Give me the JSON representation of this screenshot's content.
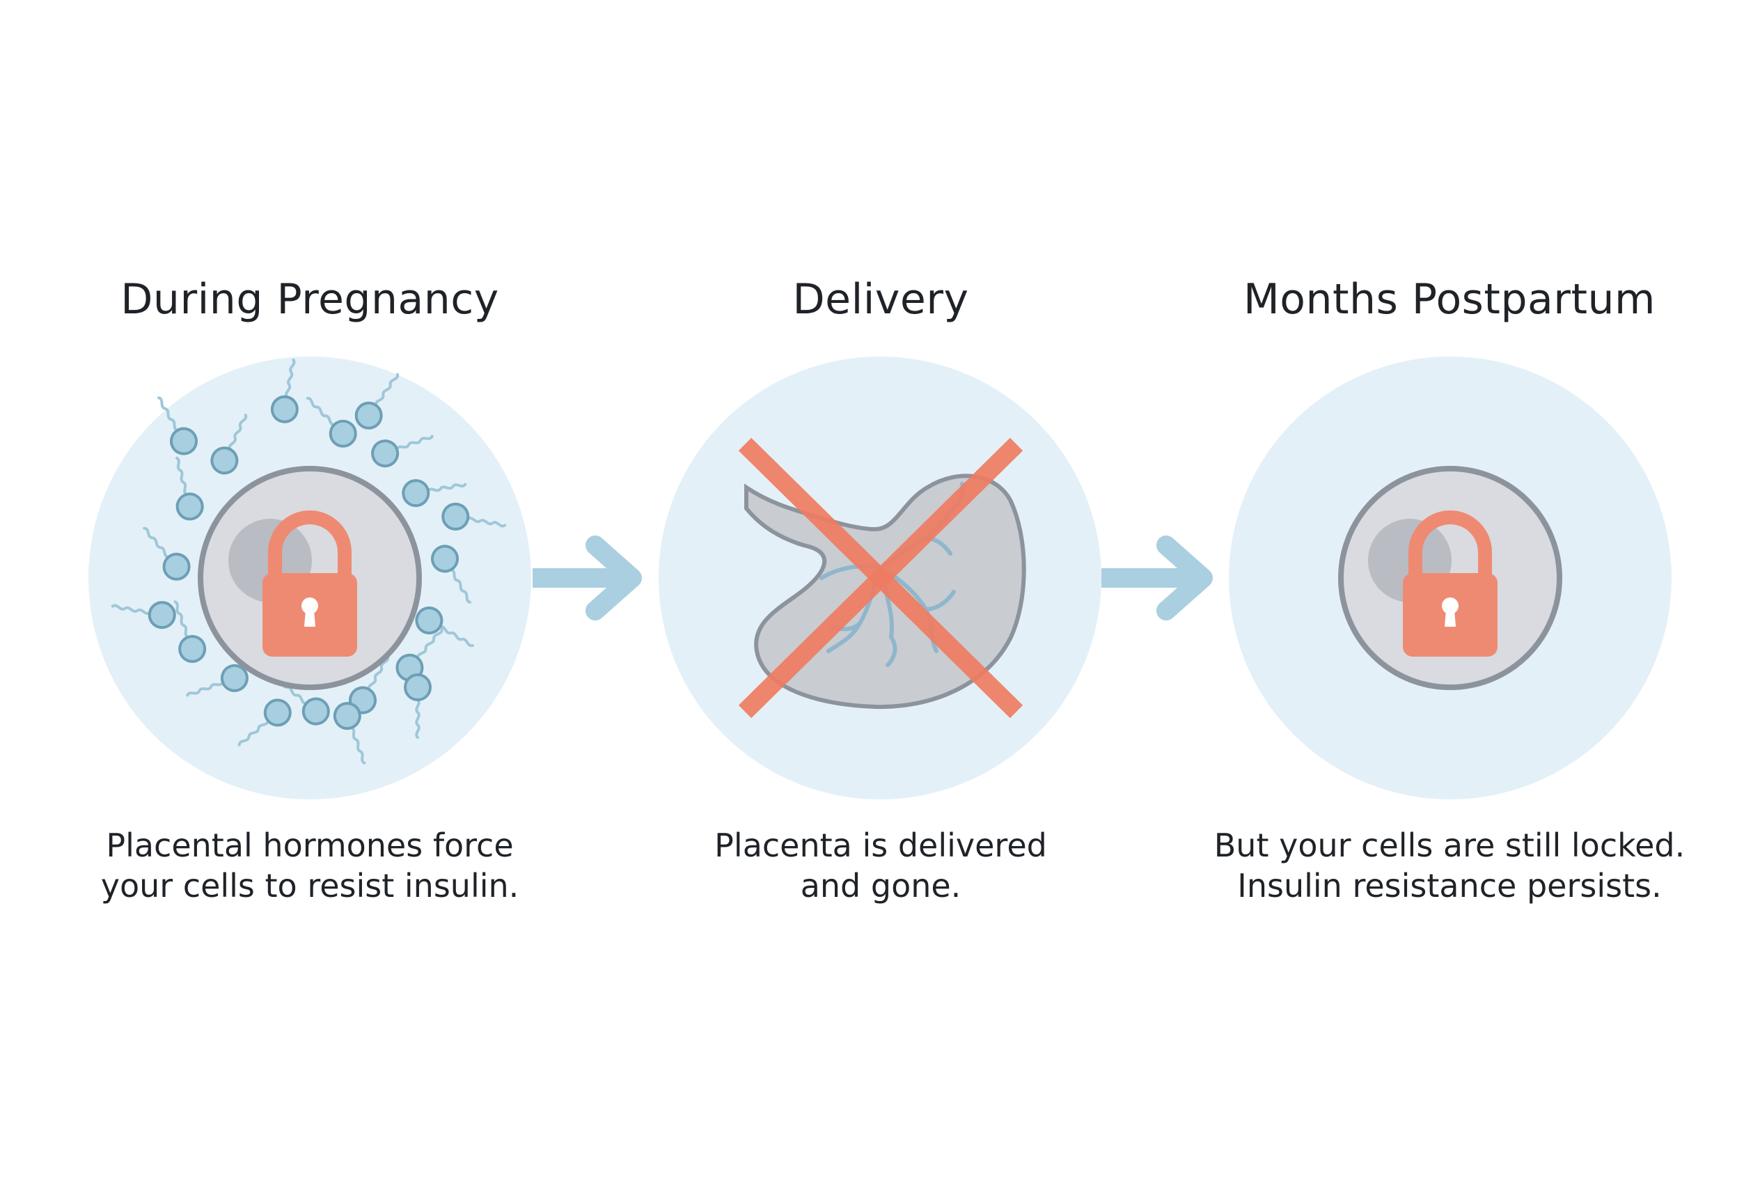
{
  "stages": [
    {
      "title": "During Pregnancy",
      "caption_lines": [
        "Placental hormones force",
        "your cells to resist insulin."
      ]
    },
    {
      "title": "Delivery",
      "caption_lines": [
        "Placenta is delivered",
        "and gone."
      ]
    },
    {
      "title": "Months Postpartum",
      "caption_lines": [
        "But your cells are still locked.",
        "Insulin resistance persists."
      ]
    }
  ],
  "icons": {
    "stage1": [
      "hormone-molecule-icon",
      "cell-icon",
      "lock-icon"
    ],
    "stage2": [
      "placenta-icon",
      "cross-out-icon"
    ],
    "stage3": [
      "cell-icon",
      "lock-icon"
    ],
    "connectors": [
      "arrow-right-icon"
    ]
  },
  "colors": {
    "circle_bg": "#e4f0f7",
    "molecule": "#9fc7d9",
    "arrow": "#a9cfe0",
    "lock": "#ef8a72",
    "cross": "#ef7c62",
    "cell_fill": "#d9dbe0",
    "cell_border": "#8c939c",
    "placenta_fill": "#c9ccd1",
    "vessel": "#8fb7cc"
  }
}
